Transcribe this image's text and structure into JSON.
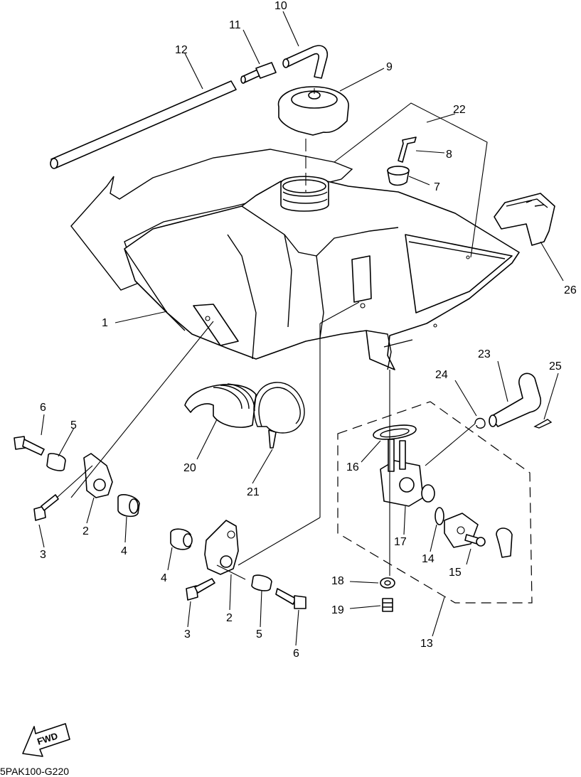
{
  "diagram": {
    "code": "5PAK100-G220",
    "fwd_label": "FWD",
    "callouts": [
      {
        "id": "c1",
        "label": "1"
      },
      {
        "id": "c2a",
        "label": "2"
      },
      {
        "id": "c2b",
        "label": "2"
      },
      {
        "id": "c3a",
        "label": "3"
      },
      {
        "id": "c3b",
        "label": "3"
      },
      {
        "id": "c4a",
        "label": "4"
      },
      {
        "id": "c4b",
        "label": "4"
      },
      {
        "id": "c5a",
        "label": "5"
      },
      {
        "id": "c5b",
        "label": "5"
      },
      {
        "id": "c6a",
        "label": "6"
      },
      {
        "id": "c6b",
        "label": "6"
      },
      {
        "id": "c7",
        "label": "7"
      },
      {
        "id": "c8",
        "label": "8"
      },
      {
        "id": "c9",
        "label": "9"
      },
      {
        "id": "c10",
        "label": "10"
      },
      {
        "id": "c11",
        "label": "11"
      },
      {
        "id": "c12",
        "label": "12"
      },
      {
        "id": "c13",
        "label": "13"
      },
      {
        "id": "c14",
        "label": "14"
      },
      {
        "id": "c15",
        "label": "15"
      },
      {
        "id": "c16",
        "label": "16"
      },
      {
        "id": "c17",
        "label": "17"
      },
      {
        "id": "c18",
        "label": "18"
      },
      {
        "id": "c19",
        "label": "19"
      },
      {
        "id": "c20",
        "label": "20"
      },
      {
        "id": "c21",
        "label": "21"
      },
      {
        "id": "c22",
        "label": "22"
      },
      {
        "id": "c23",
        "label": "23"
      },
      {
        "id": "c24",
        "label": "24"
      },
      {
        "id": "c25",
        "label": "25"
      },
      {
        "id": "c26",
        "label": "26"
      }
    ]
  }
}
